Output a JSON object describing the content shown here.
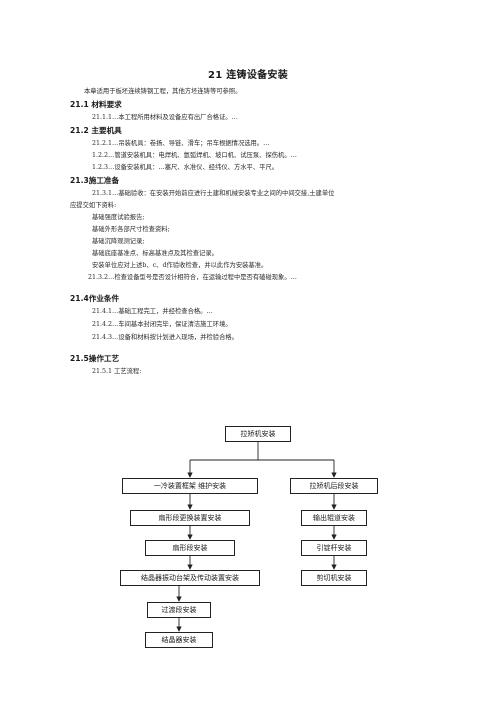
{
  "document": {
    "title": "21  连铸设备安装",
    "intro": "本章适用于板坯连续铸钢工程，其他方坯连铸等可参照。",
    "sections": [
      {
        "heading": "21.1  材料要求",
        "lines": [
          "21.1.1…本工程所用材料及设备应有出厂合格证。…"
        ]
      },
      {
        "heading": "21.2  主要机具",
        "lines": [
          "21.2.1…吊装机具：卷扬、导链、滑车；吊车根据情况选用。…",
          "1.2.2…管道安装机具：电焊机、氩弧焊机、坡口机、试压泵、探伤机。…",
          "1.2.3…设备安装机具：…塞尺、水准仪、经纬仪、方水平、平尺。"
        ]
      },
      {
        "heading": "21.3施工准备",
        "lines": [
          "21.3.1…基础验收：在安装开始前应进行土建和机械安装专业之间的中间交接,土建单位",
          "应提交如下资料:",
          "基础强度试验报告;",
          "基础外形各部尺寸检查资料;",
          "基础沉降观测记录;",
          "基础底座基准点、标高基准点及其检查记录。",
          "安装单位应对上述b、c、d作验收检查，并以此作为安装基准。",
          "21.3.2…检查设备型号是否设计相符合，在运输过程中是否有磕碰现象。…"
        ]
      },
      {
        "heading": "21.4作业条件",
        "lines": [
          "21.4.1…基础工程完工，并经检查合格。…",
          "21.4.2…车间基本封闭完毕，保证清洁施工环境。",
          "21.4.3…设备和材料按计划进入现场，并检验合格。"
        ]
      },
      {
        "heading": "21.5操作工艺",
        "lines": [
          "21.5.1 工艺流程:"
        ]
      }
    ]
  },
  "flowchart": {
    "top": "拉矫机安装",
    "left_branch": [
      "一冷装置框架   维护安装",
      "扇形段更换装置安装",
      "扇形段安装",
      "结晶器振动台架及传动装置安装",
      "过渡段安装",
      "结晶器安装"
    ],
    "right_branch": [
      "拉矫机后段安装",
      "输出辊道安装",
      "引锭杆安装",
      "剪切机安装"
    ]
  }
}
